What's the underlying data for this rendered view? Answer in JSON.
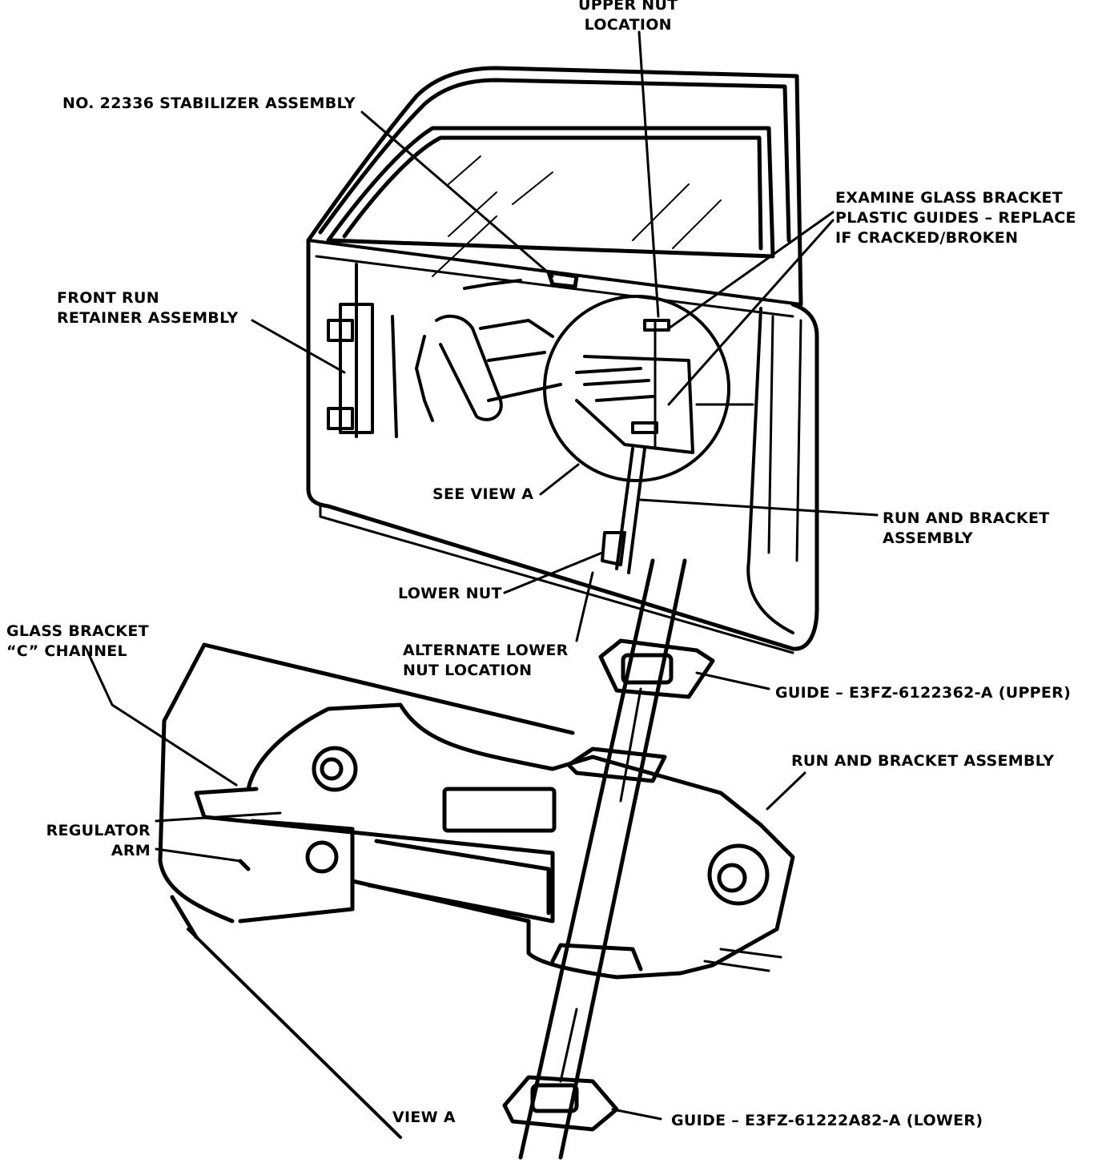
{
  "labels": {
    "upper_nut": [
      "UPPER NUT",
      "LOCATION"
    ],
    "stabilizer": "NO. 22336 STABILIZER ASSEMBLY",
    "examine": [
      "EXAMINE GLASS BRACKET",
      "PLASTIC GUIDES – REPLACE",
      "IF CRACKED/BROKEN"
    ],
    "front_run": [
      "FRONT RUN",
      "RETAINER ASSEMBLY"
    ],
    "see_view": "SEE VIEW A",
    "run_bracket_top": [
      "RUN AND BRACKET",
      "ASSEMBLY"
    ],
    "lower_nut": "LOWER NUT",
    "glass_bracket": [
      "GLASS BRACKET",
      "“C” CHANNEL"
    ],
    "alternate": [
      "ALTERNATE LOWER",
      "NUT LOCATION"
    ],
    "guide_upper": "GUIDE – E3FZ-6122362-A (UPPER)",
    "run_bracket_bottom": "RUN AND BRACKET ASSEMBLY",
    "regulator": [
      "REGULATOR",
      "ARM"
    ],
    "view_a": "VIEW A",
    "guide_lower": "GUIDE – E3FZ-61222A82-A (LOWER)"
  }
}
